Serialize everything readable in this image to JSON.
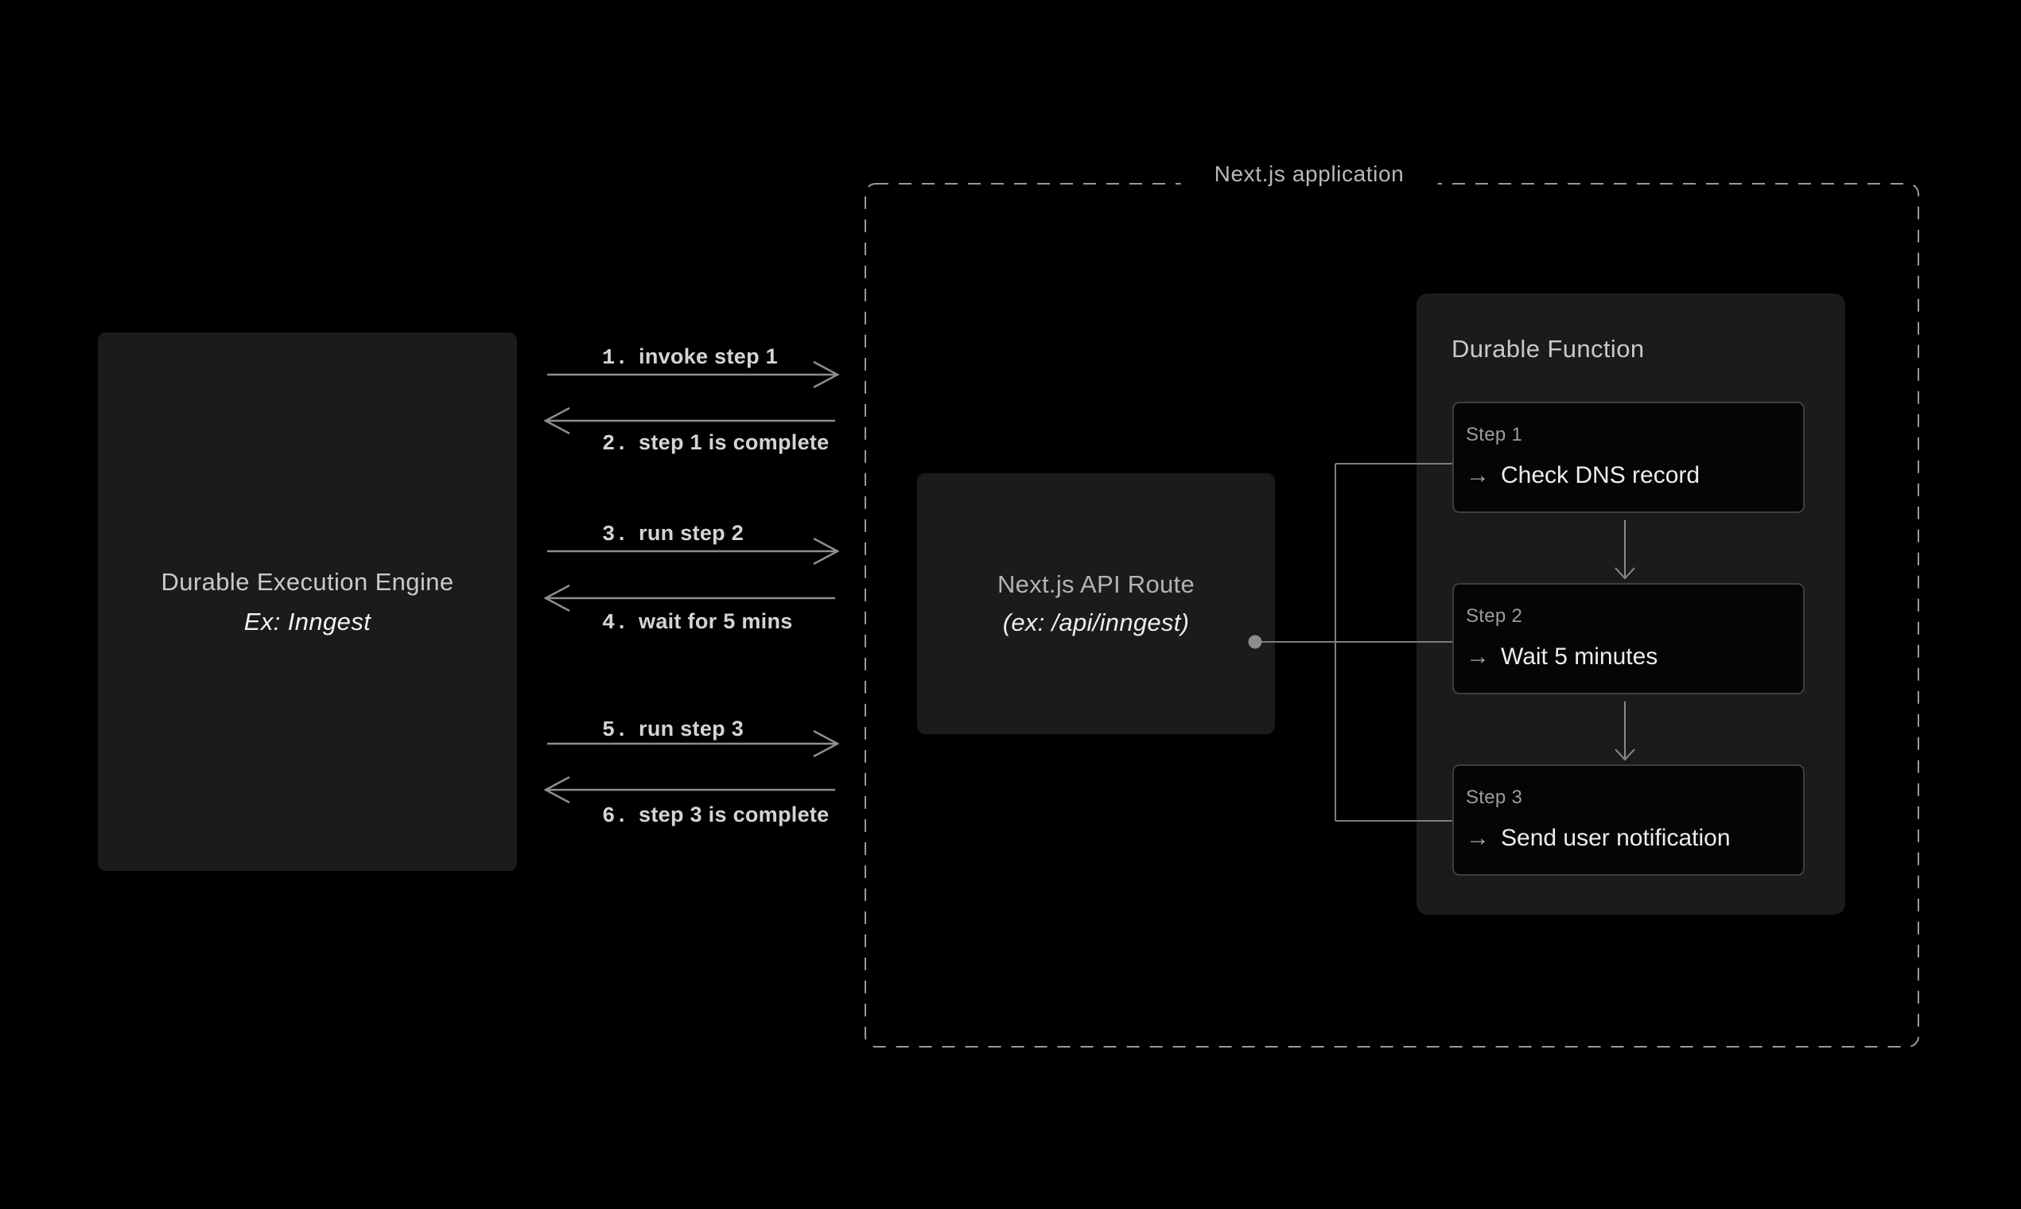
{
  "engine_box": {
    "title": "Durable Execution Engine",
    "subtitle": "Ex: Inngest"
  },
  "app_container": {
    "label": "Next.js application"
  },
  "api_box": {
    "title": "Next.js API Route",
    "subtitle": "(ex: /api/inngest)"
  },
  "messages": [
    {
      "num": "1.",
      "text": "invoke step 1",
      "direction": "right"
    },
    {
      "num": "2.",
      "text": "step 1 is complete",
      "direction": "left"
    },
    {
      "num": "3.",
      "text": "run step 2",
      "direction": "right"
    },
    {
      "num": "4.",
      "text": "wait for 5 mins",
      "direction": "left"
    },
    {
      "num": "5.",
      "text": "run step 3",
      "direction": "right"
    },
    {
      "num": "6.",
      "text": "step 3 is complete",
      "direction": "left"
    }
  ],
  "durable_function": {
    "title": "Durable Function",
    "steps": [
      {
        "label": "Step 1",
        "arrow": "→",
        "action": "Check DNS record"
      },
      {
        "label": "Step 2",
        "arrow": "→",
        "action": "Wait 5 minutes"
      },
      {
        "label": "Step 3",
        "arrow": "→",
        "action": "Send user notification"
      }
    ]
  },
  "colors": {
    "background": "#000000",
    "panel_bg": "#1b1b1b",
    "card_bg": "#050505",
    "card_border": "#3e3e3e",
    "arrow_line": "#8e8e8e",
    "connector_line": "#7d7d7d",
    "dashed_border": "#9a9a9a",
    "title_gray": "#c9c9c9",
    "text_white": "#ededed",
    "label_gray": "#9c9c9c"
  }
}
